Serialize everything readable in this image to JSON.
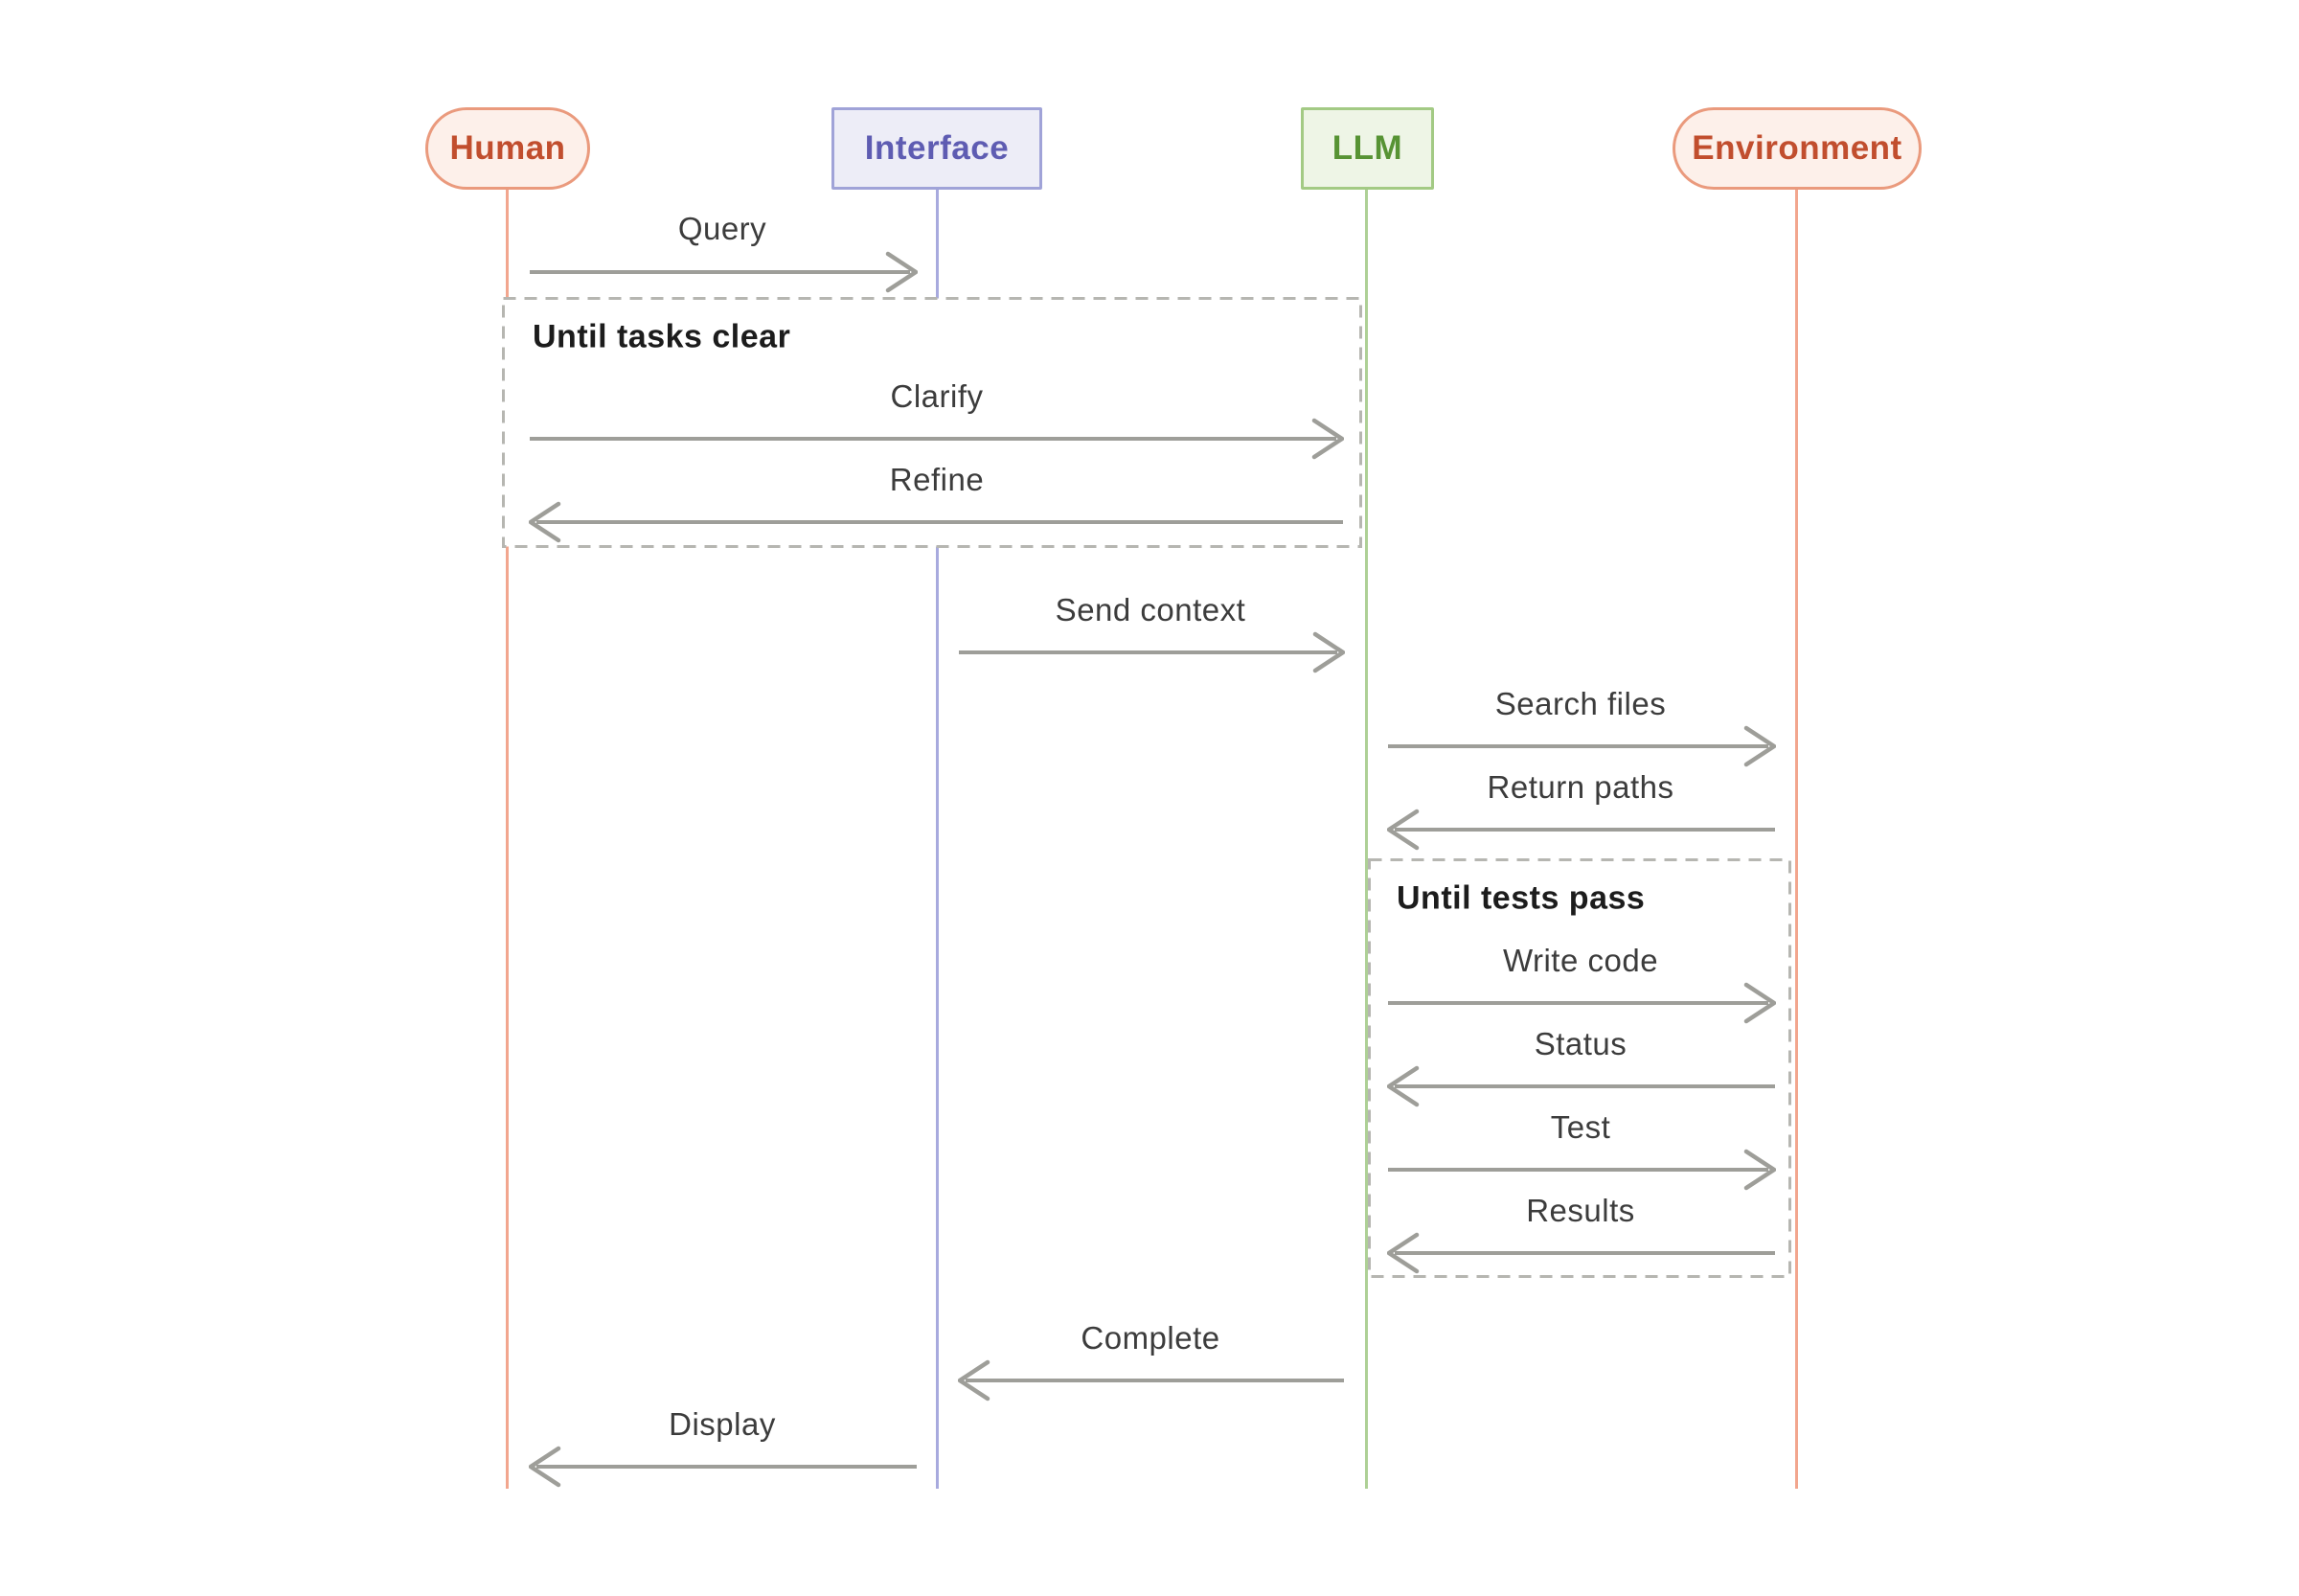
{
  "diagram": {
    "type": "sequence-diagram",
    "actors": [
      {
        "id": "human",
        "label": "Human",
        "shape": "pill",
        "palette": "salmon"
      },
      {
        "id": "interface",
        "label": "Interface",
        "shape": "rect",
        "palette": "purple"
      },
      {
        "id": "llm",
        "label": "LLM",
        "shape": "rect",
        "palette": "green"
      },
      {
        "id": "environment",
        "label": "Environment",
        "shape": "pill",
        "palette": "salmon"
      }
    ],
    "messages": [
      {
        "label": "Query",
        "from": "Human",
        "to": "Interface"
      },
      {
        "label": "Clarify",
        "from": "Human",
        "to": "LLM"
      },
      {
        "label": "Refine",
        "from": "LLM",
        "to": "Human"
      },
      {
        "label": "Send context",
        "from": "Interface",
        "to": "LLM"
      },
      {
        "label": "Search files",
        "from": "LLM",
        "to": "Environment"
      },
      {
        "label": "Return paths",
        "from": "Environment",
        "to": "LLM"
      },
      {
        "label": "Write code",
        "from": "LLM",
        "to": "Environment"
      },
      {
        "label": "Status",
        "from": "Environment",
        "to": "LLM"
      },
      {
        "label": "Test",
        "from": "LLM",
        "to": "Environment"
      },
      {
        "label": "Results",
        "from": "Environment",
        "to": "LLM"
      },
      {
        "label": "Complete",
        "from": "LLM",
        "to": "Interface"
      },
      {
        "label": "Display",
        "from": "Interface",
        "to": "Human"
      }
    ],
    "loops": [
      {
        "title": "Until tasks clear",
        "contains": [
          "Clarify",
          "Refine"
        ]
      },
      {
        "title": "Until tests pass",
        "contains": [
          "Write code",
          "Status",
          "Test",
          "Results"
        ]
      }
    ]
  },
  "theme": {
    "background": "#ffffff",
    "salmon_fill": "#fdf0ea",
    "salmon_border": "#ea9a7d",
    "salmon_text": "#c14e2e",
    "salmon_line": "#f2a68e",
    "purple_fill": "#ededf7",
    "purple_border": "#a0a3d8",
    "purple_text": "#5e5cb2",
    "purple_line": "#a8aade",
    "green_fill": "#eef5e6",
    "green_border": "#a3ca84",
    "green_text": "#579334",
    "green_line": "#aed096",
    "arrow": "#9e9e99",
    "message_text": "#3c3c3c",
    "loop_border": "#b6b6b1",
    "loop_title": "#1c1c1c"
  }
}
